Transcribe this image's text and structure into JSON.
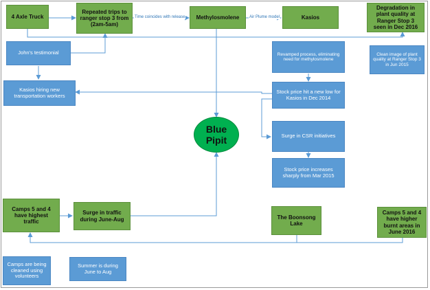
{
  "colors": {
    "green": "#72ac4d",
    "blue": "#5b9bd5",
    "ellipse": "#00b050",
    "line": "#5b9bd5"
  },
  "nodes": {
    "axle_truck": "4 Axle Truck",
    "repeated_trips": "Repeated trips to ranger stop 3 from (2am-5am)",
    "methylosmolene": "Methylosmolene",
    "kasios": "Kasios",
    "degradation": "Degradation in plant quality at Ranger Stop 3 seen in Dec 2016",
    "johns_testimonial": "John's testimonial",
    "clean_image": "Clean image of plant quality at Ranger Stop 3 in Jun 2015",
    "revamped_process": "Revamped process, eliminating need for methylosmolene",
    "kasios_hiring": "Kasios hiring new transportation workers",
    "stock_low": "Stock price hit a new low for Kasios in Dec 2014",
    "blue_pipit": "Blue Pipit",
    "csr_surge": "Surge in CSR initiatives",
    "stock_increase": "Stock price increases sharply from Mar 2015",
    "camps_highest": "Camps 5 and 4 have highest traffic",
    "traffic_surge": "Surge in traffic during June-Aug",
    "boonsong": "The Boonsong Lake",
    "camps_burnt": "Camps 5 and 4 have higher burnt areas in June 2016",
    "camps_cleaned": "Camps are being cleaned using volunteers",
    "summer": "Summer is during June to Aug"
  },
  "edge_labels": {
    "time_coincides": "Time coincides with release",
    "air_plume": "Air Plume model"
  }
}
